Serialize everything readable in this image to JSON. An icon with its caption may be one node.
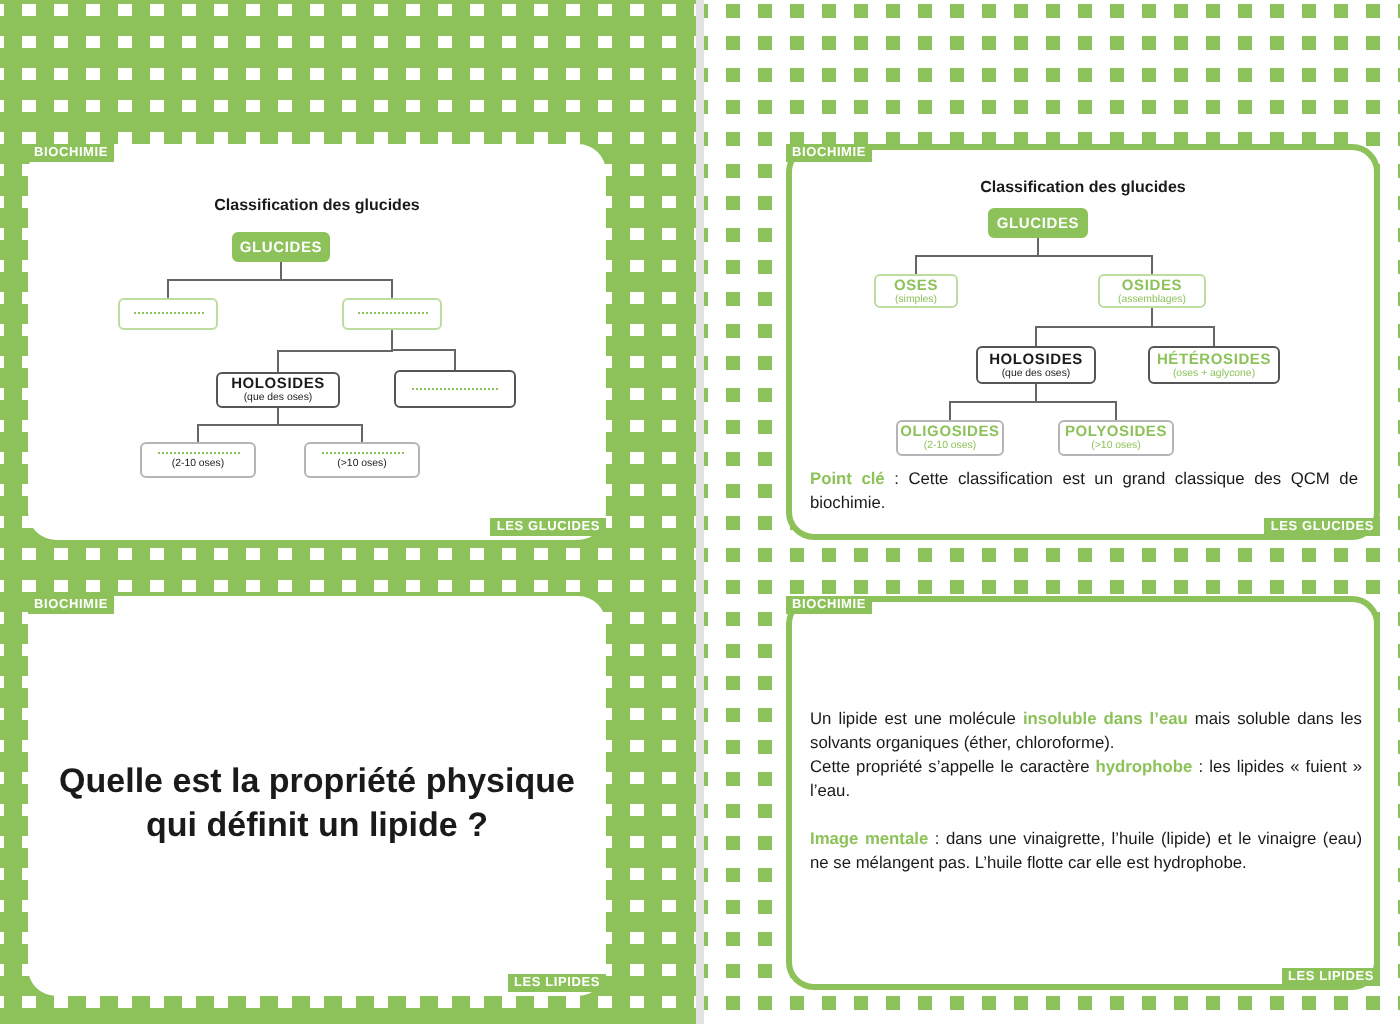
{
  "diagram": {
    "nodes": [
      {
        "text": [
          "BIOCHIMIE",
          "Classification des glucides",
          "LES GLUCIDES"
        ]
      },
      {
        "text": [
          "GLUCIDES"
        ],
        "in": 0
      },
      {
        "text": [],
        "shape": "box",
        "in": 0
      },
      {
        "text": [],
        "shape": "box",
        "in": 0
      },
      {
        "text": [
          "HOLOSIDES",
          "(que des oses)"
        ],
        "in": 0
      },
      {
        "text": [],
        "shape": "box",
        "in": 0
      },
      {
        "text": [
          "(2-10 oses)"
        ],
        "in": 0
      },
      {
        "text": [
          "(>10 oses)"
        ],
        "in": 0
      },
      {
        "text": [
          "BIOCHIMIE",
          "Classification des glucides",
          "**Point clé** : Cette classification est un grand classique des QCM de biochimie.",
          "LES GLUCIDES"
        ]
      },
      {
        "text": [
          "GLUCIDES"
        ],
        "in": 8
      },
      {
        "text": [
          "OSES",
          "(simples)"
        ],
        "in": 8
      },
      {
        "text": [
          "OSIDES",
          "(assemblages)"
        ],
        "in": 8
      },
      {
        "text": [
          "HOLOSIDES",
          "(que des oses)"
        ],
        "in": 8
      },
      {
        "text": [
          "HÉTÉROSIDES",
          "(oses + aglycone)"
        ],
        "in": 8
      },
      {
        "text": [
          "OLIGOSIDES",
          "(2-10 oses)"
        ],
        "in": 8
      },
      {
        "text": [
          "POLYOSIDES",
          "(>10 oses)"
        ],
        "in": 8
      },
      {
        "text": [
          "BIOCHIMIE",
          "Quelle est la propriété physique qui définit un lipide ?",
          "LES LIPIDES"
        ]
      },
      {
        "text": [
          "BIOCHIMIE",
          "Un lipide est une molécule **insoluble dans l’eau** mais soluble dans les solvants organiques (éther, chloroforme).",
          "Cette propriété s’appelle le caractère **hydrophobe** : les lipides « fuient » l’eau.",
          "**Image mentale** : dans une vinaigrette, l’huile (lipide) et le vinaigre (eau) ne se mélangent pas. L’huile flotte car elle est hydrophobe.",
          "LES LIPIDES"
        ]
      }
    ],
    "edges": [
      {
        "from": 1,
        "to": 2,
        "arrow": "none"
      },
      {
        "from": 1,
        "to": 3,
        "arrow": "none"
      },
      {
        "from": 3,
        "to": 4,
        "arrow": "none"
      },
      {
        "from": 3,
        "to": 5,
        "arrow": "none"
      },
      {
        "from": 4,
        "to": 6,
        "arrow": "none"
      },
      {
        "from": 4,
        "to": 7,
        "arrow": "none"
      },
      {
        "from": 9,
        "to": 10,
        "arrow": "none"
      },
      {
        "from": 9,
        "to": 11,
        "arrow": "none"
      },
      {
        "from": 11,
        "to": 12,
        "arrow": "none"
      },
      {
        "from": 11,
        "to": 13,
        "arrow": "none"
      },
      {
        "from": 12,
        "to": 14,
        "arrow": "none"
      },
      {
        "from": 12,
        "to": 15,
        "arrow": "none"
      }
    ]
  }
}
